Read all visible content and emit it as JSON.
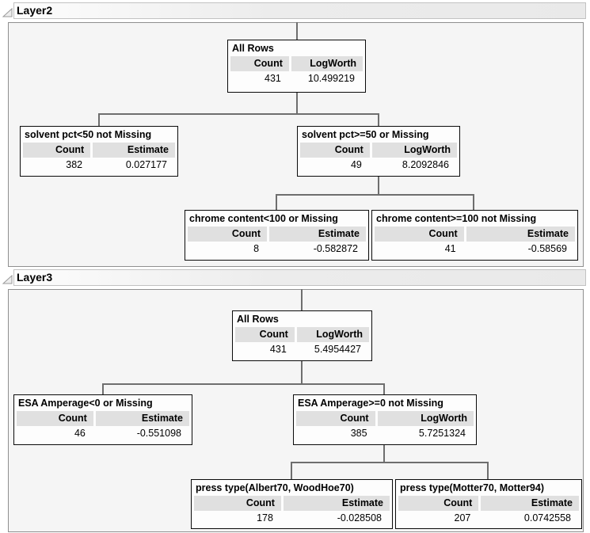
{
  "colors": {
    "panel_bg": "#f5f5f5",
    "header_band": "#e0e0e0",
    "outline_bar_bg": "#e9e9e9",
    "node_border": "#0a0a0a",
    "connector": "#6e6e6e"
  },
  "layers": [
    {
      "title": "Layer2",
      "nodes": [
        {
          "title": "All Rows",
          "col1": "Count",
          "col2": "LogWorth",
          "val1": "431",
          "val2": "10.499219"
        },
        {
          "title": "solvent pct<50 not Missing",
          "col1": "Count",
          "col2": "Estimate",
          "val1": "382",
          "val2": "0.027177"
        },
        {
          "title": "solvent pct>=50 or Missing",
          "col1": "Count",
          "col2": "LogWorth",
          "val1": "49",
          "val2": "8.2092846"
        },
        {
          "title": "chrome content<100 or Missing",
          "col1": "Count",
          "col2": "Estimate",
          "val1": "8",
          "val2": "-0.582872"
        },
        {
          "title": "chrome content>=100 not Missing",
          "col1": "Count",
          "col2": "Estimate",
          "val1": "41",
          "val2": "-0.58569"
        }
      ]
    },
    {
      "title": "Layer3",
      "nodes": [
        {
          "title": "All Rows",
          "col1": "Count",
          "col2": "LogWorth",
          "val1": "431",
          "val2": "5.4954427"
        },
        {
          "title": "ESA Amperage<0 or Missing",
          "col1": "Count",
          "col2": "Estimate",
          "val1": "46",
          "val2": "-0.551098"
        },
        {
          "title": "ESA Amperage>=0 not Missing",
          "col1": "Count",
          "col2": "LogWorth",
          "val1": "385",
          "val2": "5.7251324"
        },
        {
          "title": "press type(Albert70, WoodHoe70)",
          "col1": "Count",
          "col2": "Estimate",
          "val1": "178",
          "val2": "-0.028508"
        },
        {
          "title": "press type(Motter70, Motter94)",
          "col1": "Count",
          "col2": "Estimate",
          "val1": "207",
          "val2": "0.0742558"
        }
      ]
    }
  ]
}
